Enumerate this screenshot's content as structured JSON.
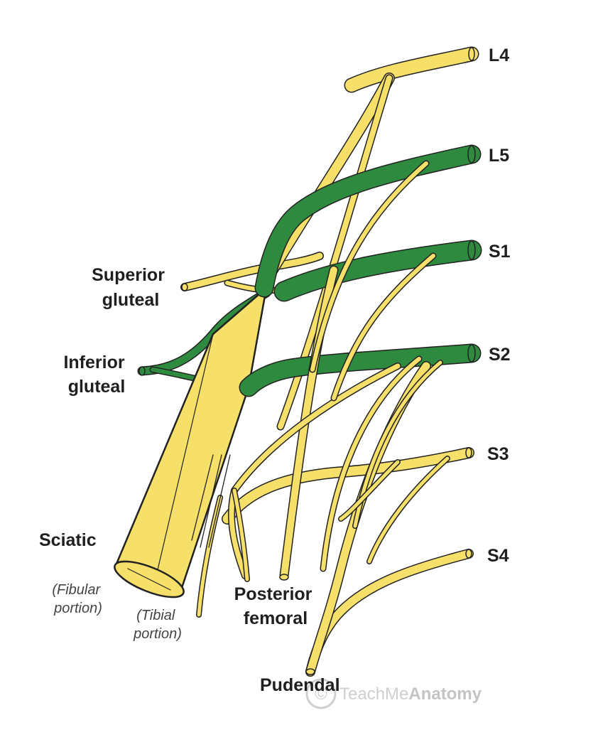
{
  "colors": {
    "yellow_nerve": "#f6e06a",
    "green_nerve": "#2d8a3e",
    "outline": "#222222",
    "label": "#1f1f1f",
    "italic_label": "#444444",
    "watermark": "#cccccc"
  },
  "roots": {
    "l4": "L4",
    "l5": "L5",
    "s1": "S1",
    "s2": "S2",
    "s3": "S3",
    "s4": "S4"
  },
  "labels": {
    "superior_gluteal": [
      "Superior",
      "gluteal"
    ],
    "inferior_gluteal": [
      "Inferior",
      "gluteal"
    ],
    "sciatic": "Sciatic",
    "fibular_portion": [
      "(Fibular",
      "portion)"
    ],
    "tibial_portion": [
      "(Tibial",
      "portion)"
    ],
    "posterior_femoral": [
      "Posterior",
      "femoral"
    ],
    "pudendal": "Pudendal"
  },
  "watermark": {
    "symbol": "©",
    "text_light": "TeachMe",
    "text_bold": "Anatomy"
  },
  "icons": [
    "copyright-icon"
  ]
}
